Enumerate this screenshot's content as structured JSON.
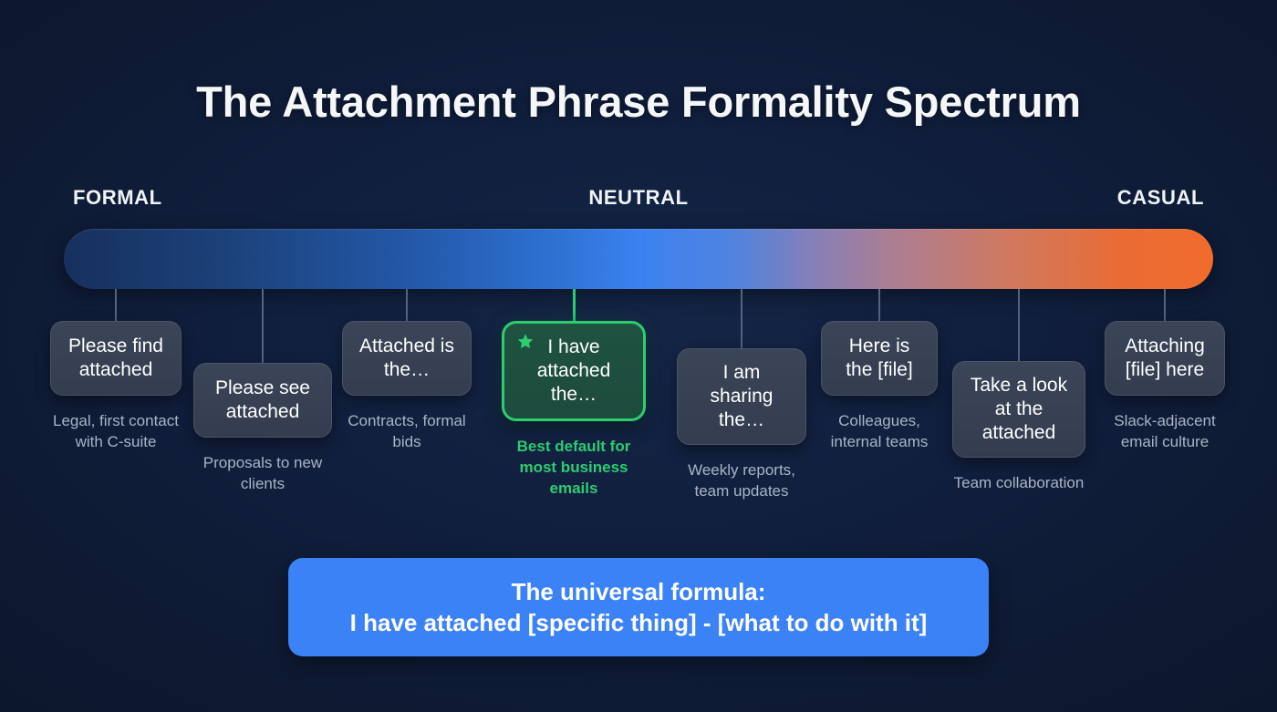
{
  "title": "The Attachment Phrase Formality Spectrum",
  "spectrum": {
    "labels": {
      "left": "FORMAL",
      "center": "NEUTRAL",
      "right": "CASUAL"
    },
    "gradient": {
      "formal_color": "#17305e",
      "neutral_color": "#3b82f0",
      "mauve_color": "#ab7e94",
      "casual_color": "#f06c2c"
    }
  },
  "cards": [
    {
      "phrase": "Please find attached",
      "note": "Legal, first contact with C-suite",
      "highlighted": false
    },
    {
      "phrase": "Please see attached",
      "note": "Proposals to new clients",
      "highlighted": false
    },
    {
      "phrase": "Attached is the…",
      "note": "Contracts, formal bids",
      "highlighted": false
    },
    {
      "phrase": "I have attached the…",
      "note": "Best default for most business emails",
      "highlighted": true,
      "badge_icon": "star-icon"
    },
    {
      "phrase": "I am sharing the…",
      "note": "Weekly reports, team updates",
      "highlighted": false
    },
    {
      "phrase": "Here is the [file]",
      "note": "Colleagues, internal teams",
      "highlighted": false
    },
    {
      "phrase": "Take a look at the attached",
      "note": "Team collaboration",
      "highlighted": false
    },
    {
      "phrase": "Attaching [file] here",
      "note": "Slack-adjacent email culture",
      "highlighted": false
    }
  ],
  "formula_banner": {
    "line1": "The universal formula:",
    "line2": "I have attached [specific thing] - [what to do with it]",
    "color": "#3b82f6"
  },
  "colors": {
    "background": "#101e3c",
    "card_surface": "#3a4457",
    "card_text": "#ffffff",
    "note_text": "#aab4c4",
    "highlight_green": "#2ecc71",
    "connector": "#53637f"
  }
}
